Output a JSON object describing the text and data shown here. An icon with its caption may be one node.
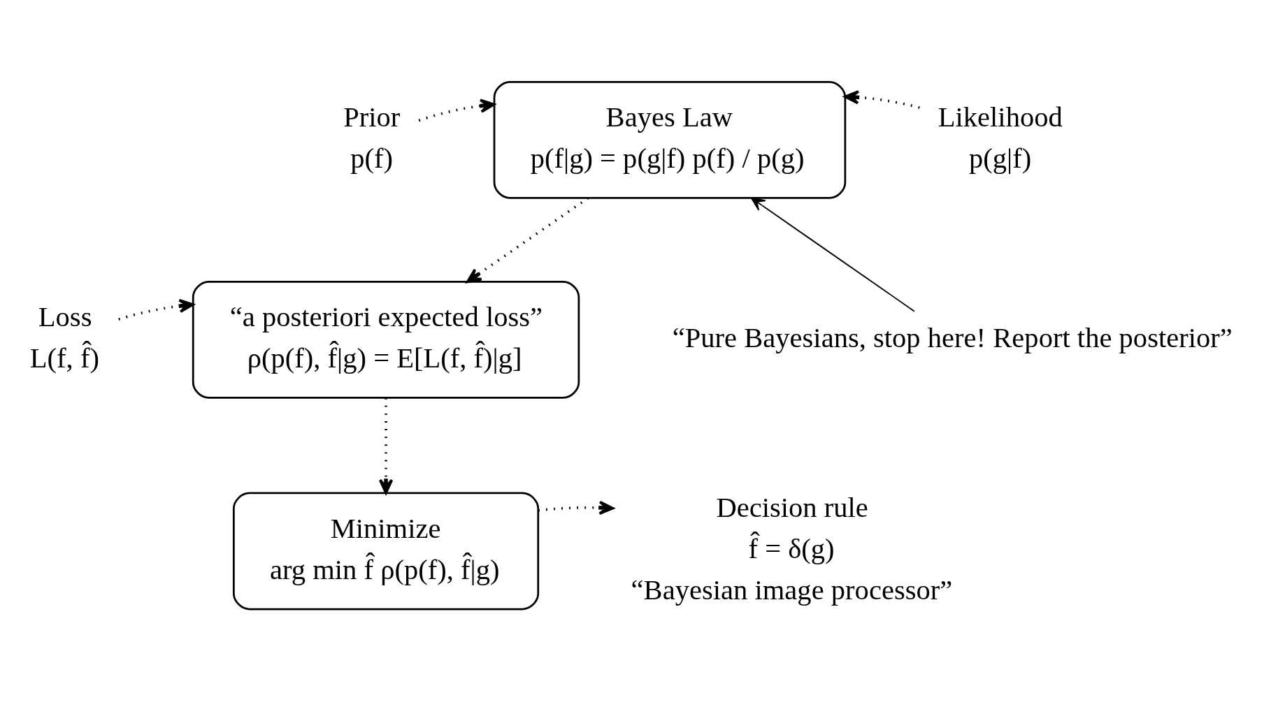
{
  "diagram": {
    "nodes": [
      {
        "text": [
          "Prior",
          "p(f)"
        ]
      },
      {
        "text": [
          "Bayes Law",
          "p(f|g) = p(g|f) p(f) / p(g)"
        ]
      },
      {
        "text": [
          "Likelihood",
          "p(g|f)"
        ]
      },
      {
        "text": [
          "Loss",
          "L(f, f̂)"
        ]
      },
      {
        "text": [
          "“a posteriori expected loss”",
          "ρ(p(f), f̂|g) = E[L(f, f̂)|g]"
        ]
      },
      {
        "text": [
          "“Pure Bayesians, stop here! Report the posterior”"
        ]
      },
      {
        "text": [
          "Minimize",
          "arg min f̂ ρ(p(f), f̂|g)"
        ]
      },
      {
        "text": [
          "Decision rule",
          "f̂ = δ(g)",
          "“Bayesian image processor”"
        ]
      }
    ],
    "edges": [
      {
        "from": 0,
        "to": 1,
        "arrow": "to",
        "style": "dashed"
      },
      {
        "from": 2,
        "to": 1,
        "arrow": "to",
        "style": "dashed"
      },
      {
        "from": 1,
        "to": 4,
        "arrow": "to",
        "style": "dashed"
      },
      {
        "from": 3,
        "to": 4,
        "arrow": "to",
        "style": "dashed"
      },
      {
        "from": 5,
        "to": 1,
        "arrow": "to"
      },
      {
        "from": 4,
        "to": 6,
        "arrow": "to",
        "style": "dashed"
      },
      {
        "from": 6,
        "to": 7,
        "arrow": "to",
        "style": "dashed"
      }
    ]
  }
}
